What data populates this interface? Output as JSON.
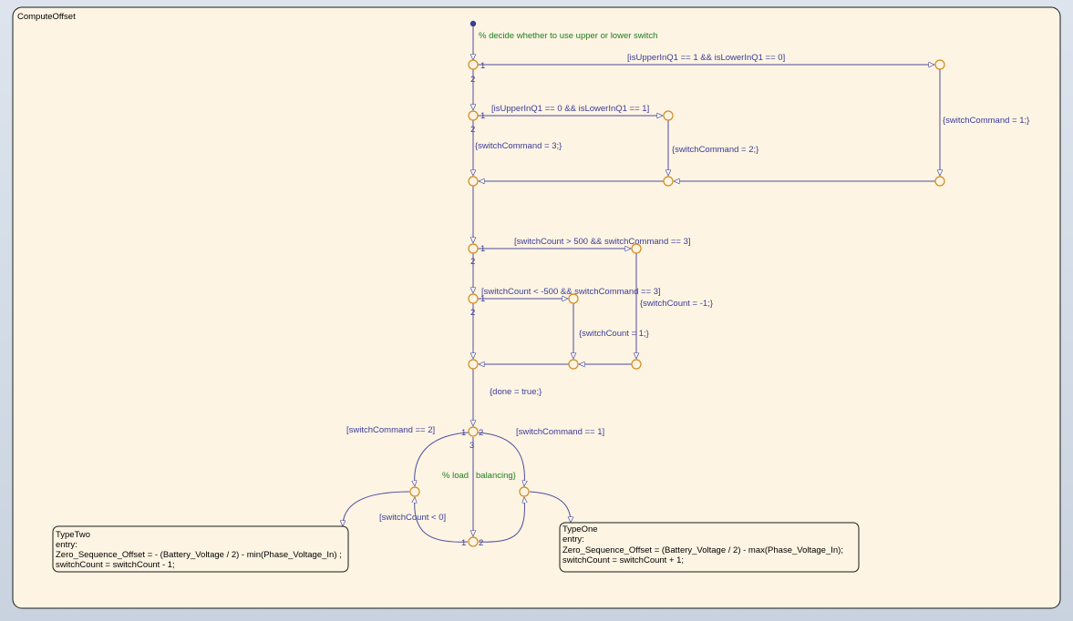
{
  "chart": {
    "name": "ComputeOffset",
    "comment_top": "% decide whether to use upper or lower switch",
    "comment_mid": "% load",
    "comment_mid2": "balancing}"
  },
  "transitions": {
    "t_upper": "[isUpperInQ1 == 1 && isLowerInQ1 == 0]",
    "t_lower_a": "[isUpperInQ1 == 0 && isLowerInQ1 == 1]",
    "a_cmd1": "{switchCommand = 1;}",
    "a_cmd2": "{switchCommand = 2;}",
    "a_cmd3": "{switchCommand = 3;}",
    "t_countpos": "[switchCount > 500 && switchCommand == 3]",
    "t_countneg": "[switchCount < -500  && switchCommand == 3]",
    "a_countm1": "{switchCount = -1;}",
    "a_count1": "{switchCount = 1;}",
    "a_done": "{done = true;}",
    "t_cmd2": "[switchCommand == 2]",
    "t_cmd1": "[switchCommand == 1]",
    "t_countlt0": "[switchCount < 0]"
  },
  "order_labels": {
    "one": "1",
    "two": "2",
    "three": "3"
  },
  "states": {
    "type_two": {
      "name": "TypeTwo",
      "entry": "entry:",
      "line1": "Zero_Sequence_Offset = - (Battery_Voltage / 2) - min(Phase_Voltage_In) ;",
      "line2": "switchCount = switchCount - 1;"
    },
    "type_one": {
      "name": "TypeOne",
      "entry": "entry:",
      "line1": "Zero_Sequence_Offset = (Battery_Voltage / 2) - max(Phase_Voltage_In);",
      "line2": "switchCount = switchCount + 1;"
    }
  },
  "colors": {
    "wire": "#4f4d9e",
    "junction": "#d28a1e",
    "comment": "#1e7d1e",
    "number": "#c51fa8",
    "chart_fill": "#fdf4e3"
  }
}
